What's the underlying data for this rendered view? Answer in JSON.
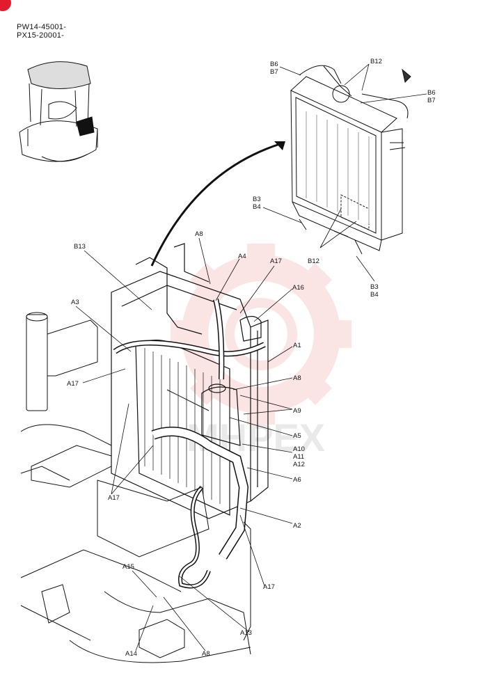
{
  "header": {
    "serial_line_1": "PW14-45001-",
    "serial_line_2": "PX15-20001-"
  },
  "colors": {
    "line": "#111111",
    "watermark": "#f4a0a0",
    "corner_marker": "#e41b2a"
  },
  "watermark": {
    "text": "MHPEX"
  },
  "callouts": {
    "top_B6_B7_left": [
      "B6",
      "B7"
    ],
    "top_B12_top": "B12",
    "top_B6_B7_right": [
      "B6",
      "B7"
    ],
    "top_B3_B4_left": [
      "B3",
      "B4"
    ],
    "top_B12_bottom": "B12",
    "top_B3_B4_bottom": [
      "B3",
      "B4"
    ],
    "B13": "B13",
    "A8_top": "A8",
    "A4": "A4",
    "A17_top": "A17",
    "A16": "A16",
    "A3": "A3",
    "A1": "A1",
    "A17_left": "A17",
    "A8_mid": "A8",
    "A9": "A9",
    "A5": "A5",
    "A10_A11_A12": [
      "A10",
      "A11",
      "A12"
    ],
    "A6": "A6",
    "A17_lower_left": "A17",
    "A2": "A2",
    "A17_lower_right": "A17",
    "A15": "A15",
    "A13": "A13",
    "A14": "A14",
    "A8_bottom": "A8"
  }
}
